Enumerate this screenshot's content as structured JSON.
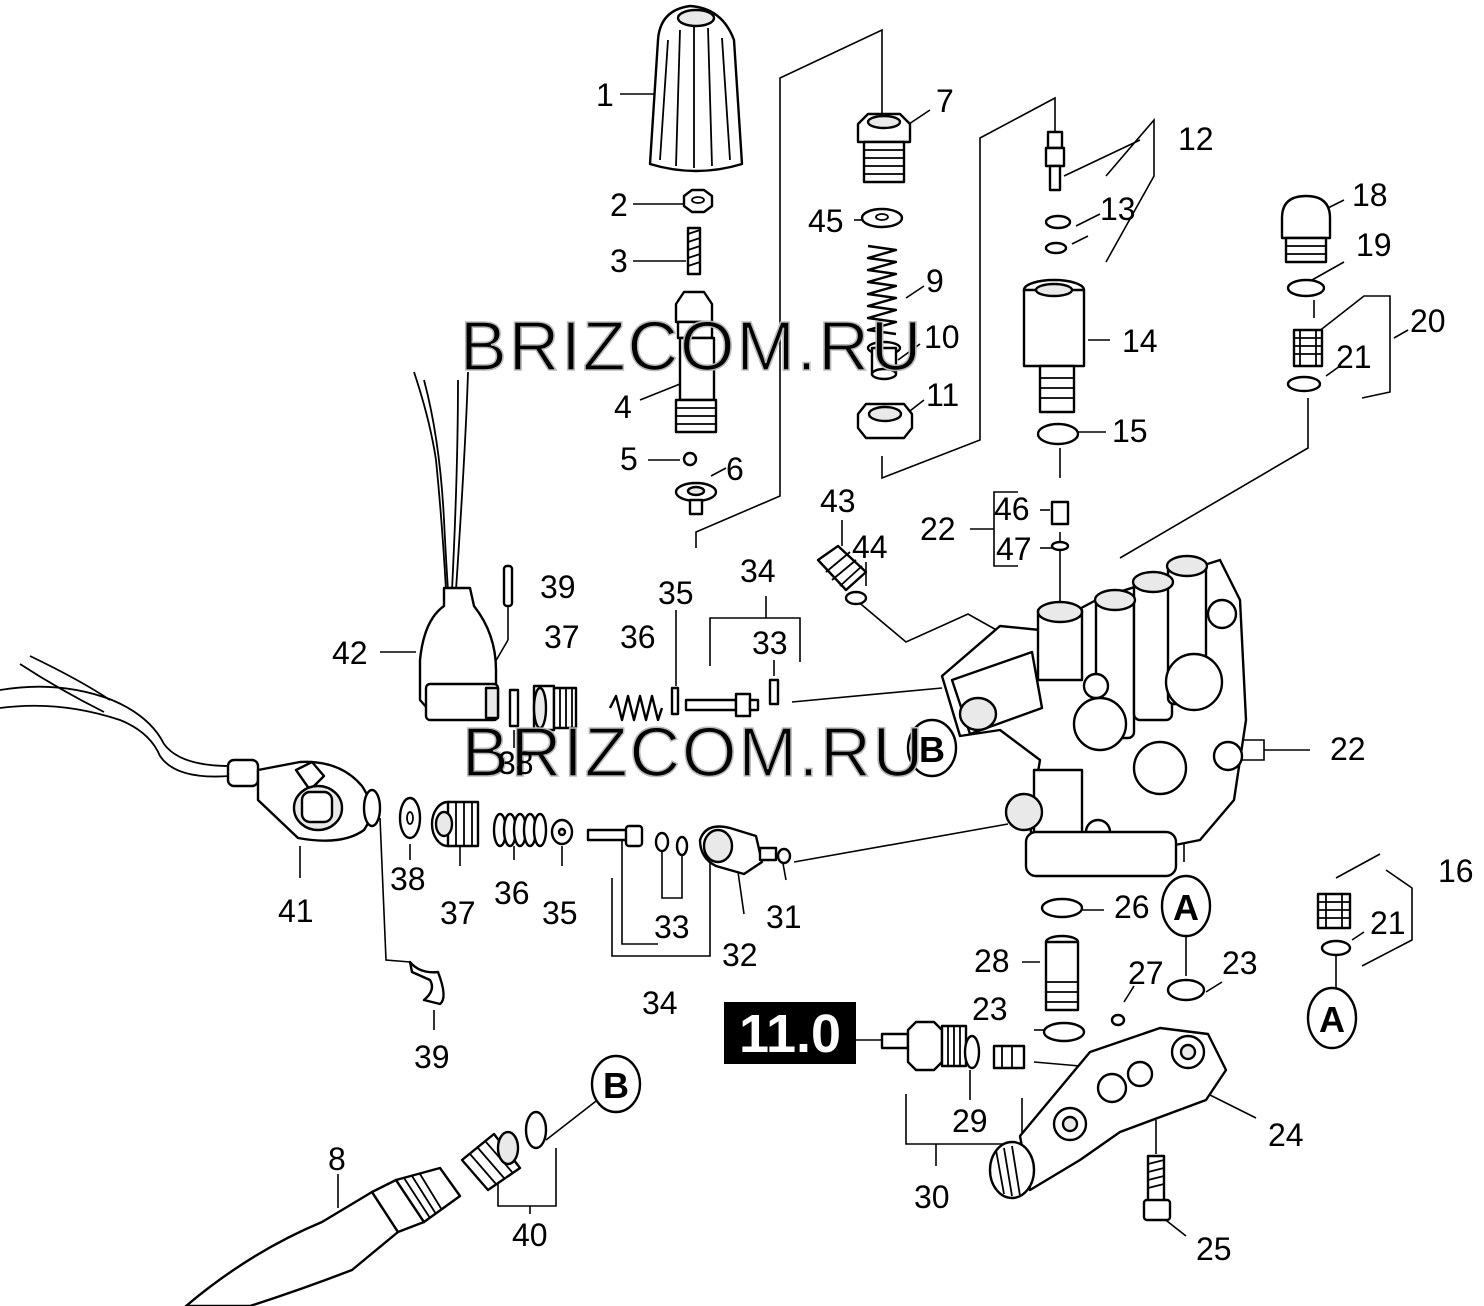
{
  "section_ref": "11.0",
  "watermark": "BRIZCOM.RU",
  "connectors": {
    "a": "A",
    "b": "B"
  },
  "labels": [
    {
      "id": "l1",
      "text": "1"
    },
    {
      "id": "l2",
      "text": "2"
    },
    {
      "id": "l3",
      "text": "3"
    },
    {
      "id": "l4",
      "text": "4"
    },
    {
      "id": "l5",
      "text": "5"
    },
    {
      "id": "l6",
      "text": "6"
    },
    {
      "id": "l7",
      "text": "7"
    },
    {
      "id": "l8",
      "text": "8"
    },
    {
      "id": "l9",
      "text": "9"
    },
    {
      "id": "l10",
      "text": "10"
    },
    {
      "id": "l11",
      "text": "11"
    },
    {
      "id": "l12",
      "text": "12"
    },
    {
      "id": "l13",
      "text": "13"
    },
    {
      "id": "l14",
      "text": "14"
    },
    {
      "id": "l15",
      "text": "15"
    },
    {
      "id": "l16",
      "text": "16"
    },
    {
      "id": "l18",
      "text": "18"
    },
    {
      "id": "l19",
      "text": "19"
    },
    {
      "id": "l20",
      "text": "20"
    },
    {
      "id": "l21a",
      "text": "21"
    },
    {
      "id": "l21b",
      "text": "21"
    },
    {
      "id": "l22a",
      "text": "22"
    },
    {
      "id": "l22b",
      "text": "22"
    },
    {
      "id": "l23a",
      "text": "23"
    },
    {
      "id": "l23b",
      "text": "23"
    },
    {
      "id": "l24",
      "text": "24"
    },
    {
      "id": "l25",
      "text": "25"
    },
    {
      "id": "l26",
      "text": "26"
    },
    {
      "id": "l27",
      "text": "27"
    },
    {
      "id": "l28",
      "text": "28"
    },
    {
      "id": "l29",
      "text": "29"
    },
    {
      "id": "l30",
      "text": "30"
    },
    {
      "id": "l31",
      "text": "31"
    },
    {
      "id": "l32",
      "text": "32"
    },
    {
      "id": "l33a",
      "text": "33"
    },
    {
      "id": "l33b",
      "text": "33"
    },
    {
      "id": "l34a",
      "text": "34"
    },
    {
      "id": "l34b",
      "text": "34"
    },
    {
      "id": "l35a",
      "text": "35"
    },
    {
      "id": "l35b",
      "text": "35"
    },
    {
      "id": "l36a",
      "text": "36"
    },
    {
      "id": "l36b",
      "text": "36"
    },
    {
      "id": "l37a",
      "text": "37"
    },
    {
      "id": "l37b",
      "text": "37"
    },
    {
      "id": "l38a",
      "text": "38"
    },
    {
      "id": "l38b",
      "text": "38"
    },
    {
      "id": "l39a",
      "text": "39"
    },
    {
      "id": "l39b",
      "text": "39"
    },
    {
      "id": "l40",
      "text": "40"
    },
    {
      "id": "l41",
      "text": "41"
    },
    {
      "id": "l42",
      "text": "42"
    },
    {
      "id": "l43",
      "text": "43"
    },
    {
      "id": "l44",
      "text": "44"
    },
    {
      "id": "l45",
      "text": "45"
    },
    {
      "id": "l46",
      "text": "46"
    },
    {
      "id": "l47",
      "text": "47"
    }
  ]
}
